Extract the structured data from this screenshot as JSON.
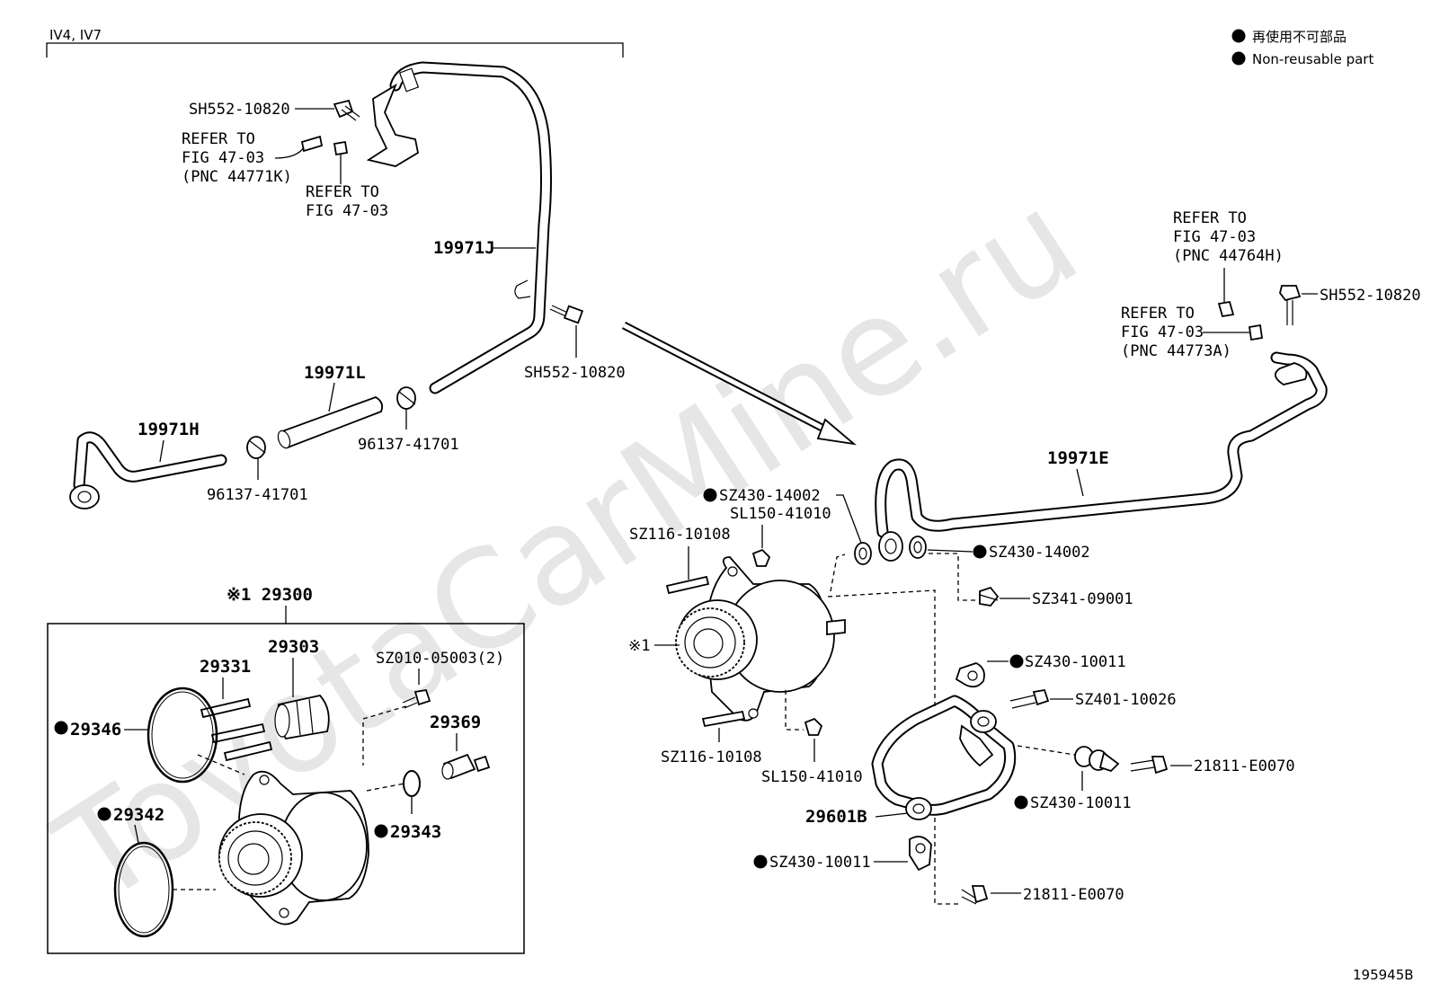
{
  "header": {
    "engine_label": "IV4, IV7",
    "legend_jp": "再使用不可部品",
    "legend_en": "Non-reusable part",
    "bullet": "●"
  },
  "watermark": "ToyotaCarMine.ru",
  "footer": {
    "diagram_id": "195945B"
  },
  "labels": {
    "sh552_a": "SH552-10820",
    "refer_a1": "REFER TO",
    "refer_a2": "FIG 47-03",
    "refer_a3": "(PNC 44771K)",
    "refer_b1": "REFER TO",
    "refer_b2": "FIG 47-03",
    "p19971j": "19971J",
    "sh552_b": "SH552-10820",
    "p19971l": "19971L",
    "p19971h": "19971H",
    "clip_a": "96137-41701",
    "clip_b": "96137-41701",
    "refer_c1": "REFER TO",
    "refer_c2": "FIG 47-03",
    "refer_c3": "(PNC 44764H)",
    "sh552_c": "SH552-10820",
    "refer_d1": "REFER TO",
    "refer_d2": "FIG 47-03",
    "refer_d3": "(PNC 44773A)",
    "p19971e": "19971E",
    "sz430_14002_a": "SZ430-14002",
    "sl150_a": "SL150-41010",
    "sz116_a": "SZ116-10108",
    "sz430_14002_b": "SZ430-14002",
    "sz341": "SZ341-09001",
    "ref_mark_1": "※1",
    "sz430_10011_a": "SZ430-10011",
    "sz401": "SZ401-10026",
    "sz116_b": "SZ116-10108",
    "sl150_b": "SL150-41010",
    "p21811_a": "21811-E0070",
    "sz430_10011_b": "SZ430-10011",
    "p29601b": "29601B",
    "sz430_10011_c": "SZ430-10011",
    "p21811_b": "21811-E0070",
    "kit_title": "※1 29300",
    "p29303": "29303",
    "sz010": "SZ010-05003(2)",
    "p29331": "29331",
    "p29369": "29369",
    "p29346": "29346",
    "p29342": "29342",
    "p29343": "29343"
  }
}
